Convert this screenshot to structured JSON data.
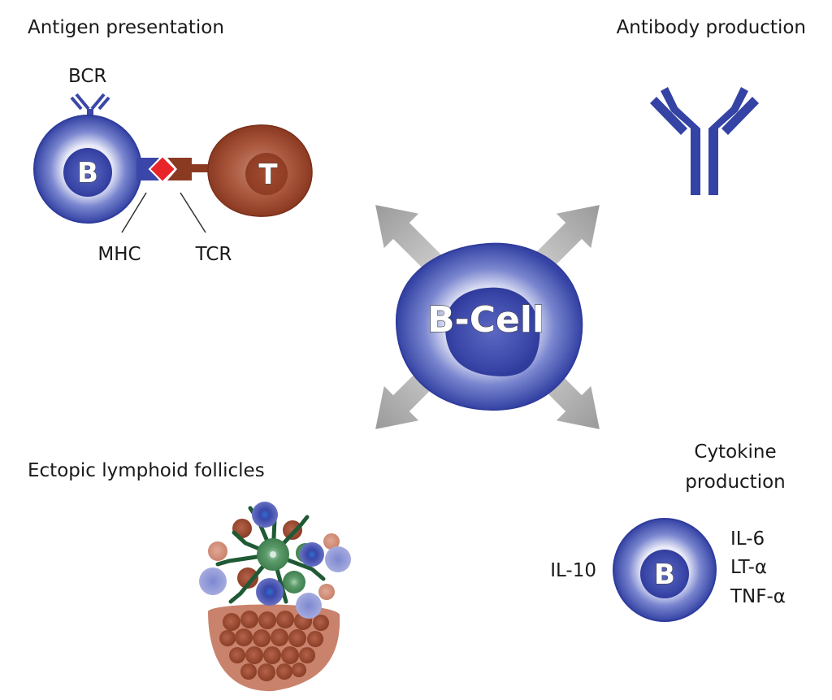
{
  "diagram": {
    "center": {
      "label": "B-Cell"
    },
    "panels": {
      "antigen_presentation": {
        "title": "Antigen presentation",
        "bcr_label": "BCR",
        "b_cell_letter": "B",
        "t_cell_letter": "T",
        "mhc_label": "MHC",
        "tcr_label": "TCR"
      },
      "antibody_production": {
        "title": "Antibody production"
      },
      "ectopic_follicles": {
        "title": "Ectopic lymphoid follicles"
      },
      "cytokine_production": {
        "title_line1": "Cytokine",
        "title_line2": "production",
        "b_cell_letter": "B",
        "left_cytokines": [
          "IL-10"
        ],
        "right_cytokines": [
          "IL-6",
          "LT-α",
          "TNF-α"
        ]
      }
    },
    "colors": {
      "b_cell_blue": "#3a4aa8",
      "t_cell_brown": "#8b3a22",
      "antigen_red": "#e8262a",
      "arrow_gray": "#a8a8a8",
      "follicle_green": "#2f6b3e"
    }
  }
}
